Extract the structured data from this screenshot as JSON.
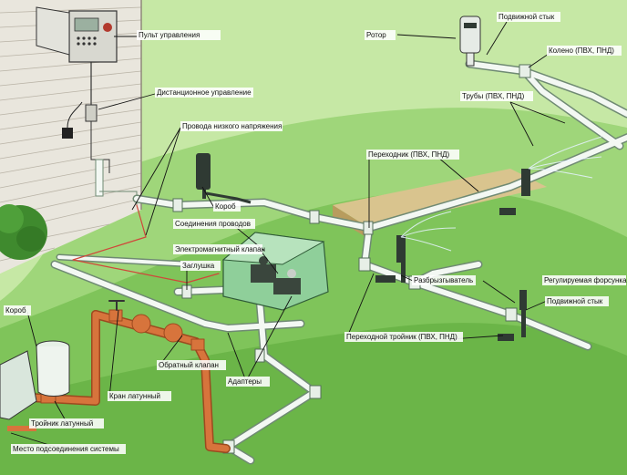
{
  "colors": {
    "lawn": "#7fc45a",
    "lawn_light": "#c6e8a5",
    "wall": "#e9e6dd",
    "wall_line": "#b9b3a6",
    "pipe": "#f3f8f3",
    "pipe_edge": "#6f8a73",
    "copper": "#d7743c",
    "copper_dark": "#9c4a1f",
    "sprinkler": "#2f3a33",
    "box": "#8fcf9a"
  },
  "labels": {
    "control_panel": "Пульт управления",
    "remote_control": "Дистанционное управление",
    "low_voltage_wires": "Провода низкого напряжения",
    "box_top": "Короб",
    "wire_connections": "Соединения проводов",
    "solenoid_valve": "Электромагнитный клапан",
    "plug": "Заглушка",
    "box_left": "Короб",
    "check_valve": "Обратный клапан",
    "brass_valve": "Кран латунный",
    "brass_tee": "Тройник латунный",
    "connection_point": "Место подсоединения системы",
    "adapters": "Адаптеры",
    "rotor": "Ротор",
    "swing_joint_top": "Подвижной стык",
    "elbow": "Колено (ПВХ, ПНД)",
    "pipes": "Трубы (ПВХ, ПНД)",
    "adapter_pvc": "Переходник (ПВХ, ПНД)",
    "sprinkler": "Разбрызгыватель",
    "adjustable_nozzle": "Регулируемая форсунка",
    "swing_joint_bottom": "Подвижной стык",
    "reducing_tee": "Переходной тройник (ПВХ, ПНД)"
  }
}
